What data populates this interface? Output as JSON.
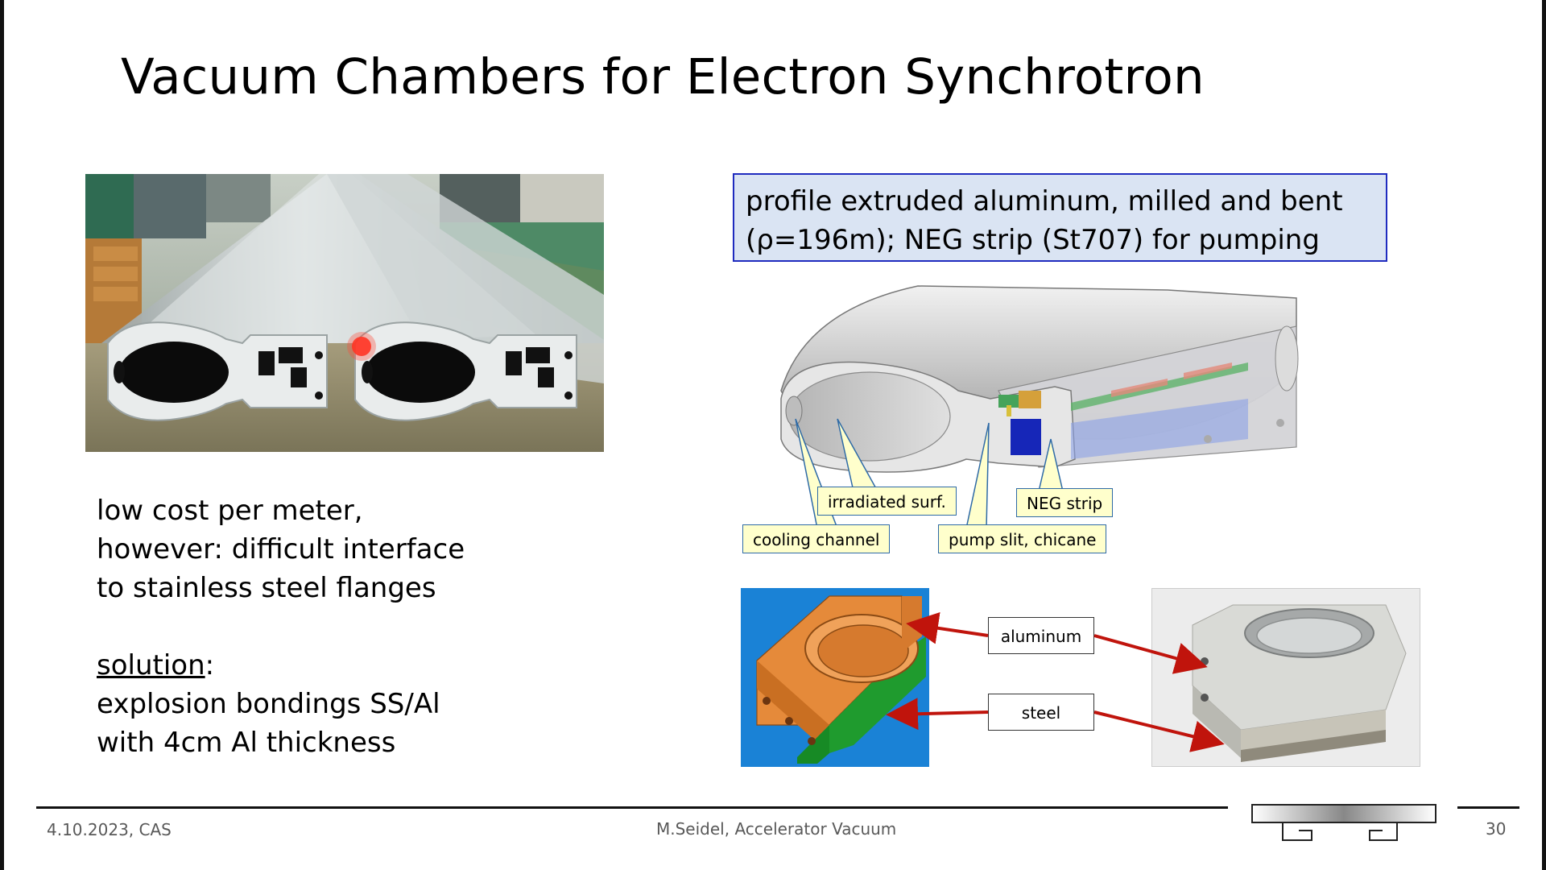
{
  "slide": {
    "title": "Vacuum Chambers for Electron Synchrotron"
  },
  "info_box": {
    "line1": "profile extruded aluminum, milled and bent",
    "line2": "(ρ=196m); NEG strip (St707) for pumping"
  },
  "callouts": {
    "irradiated_surface": "irradiated surf.",
    "neg_strip": "NEG strip",
    "cooling_channel": "cooling channel",
    "pump_slit": "pump slit, chicane"
  },
  "left_text": {
    "line1": "low cost per meter,",
    "line2": "however: difficult interface",
    "line3": "to stainless steel flanges",
    "solution_heading": "solution",
    "solution_colon": ":",
    "solution_line1": "explosion bondings SS/Al",
    "solution_line2": "with 4cm Al thickness"
  },
  "bond_labels": {
    "aluminum": "aluminum",
    "steel": "steel"
  },
  "footer": {
    "date": "4.10.2023, CAS",
    "author": "M.Seidel, Accelerator Vacuum",
    "page": "30"
  },
  "colors": {
    "info_box_fill": "#dae4f3",
    "info_box_border": "#1f2bbf",
    "callout_fill": "#ffffcc",
    "callout_border": "#2e6aa6",
    "arrow_red": "#c0140c",
    "cad_background": "#1a82d6",
    "cad_aluminum": "#e58a3a",
    "cad_steel": "#1f9b2e"
  },
  "icons": {
    "footer_logo": "vacuum-chamber-profile-logo"
  }
}
